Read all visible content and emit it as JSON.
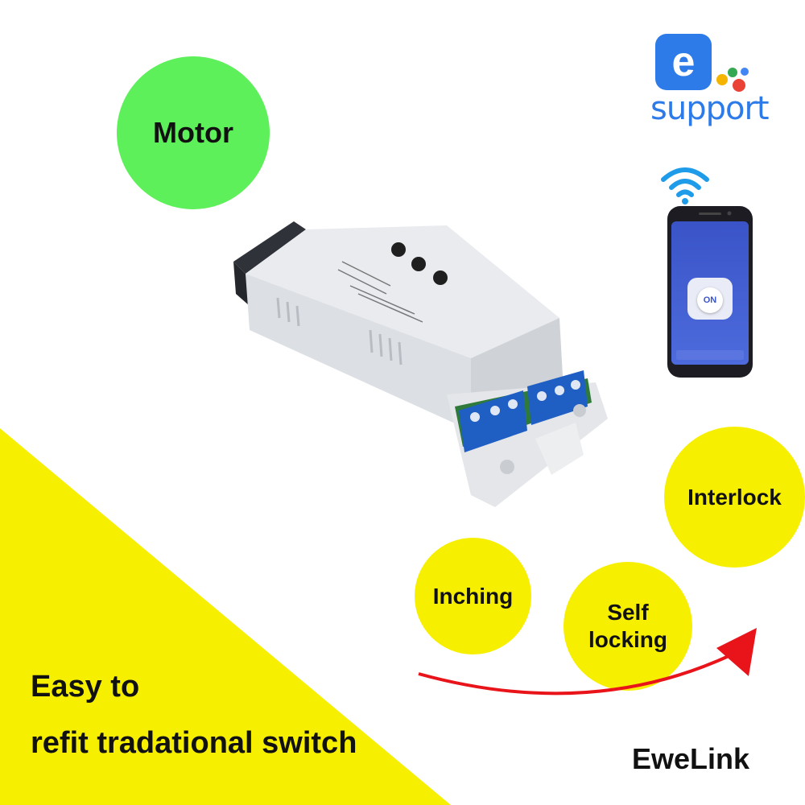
{
  "labels": {
    "motor": "Motor",
    "interlock": "Interlock",
    "inching": "Inching",
    "self_locking": [
      "Self",
      "locking"
    ],
    "headline_line1": "Easy to",
    "headline_line2": "refit tradational switch",
    "brand": "EweLink"
  },
  "logo": {
    "letter": "e",
    "text": "support"
  },
  "phone": {
    "button_label": "ON"
  },
  "colors": {
    "motor_circle": "#5ef05a",
    "feature_circles": "#f7ef00",
    "yellow_background": "#f7ef00",
    "logo_blue": "#2c7be8",
    "arrow_red": "#e8141a"
  },
  "icons": [
    "wifi-icon",
    "smartphone-icon",
    "power-button-icon",
    "relay-module-image",
    "curved-arrow-icon"
  ]
}
